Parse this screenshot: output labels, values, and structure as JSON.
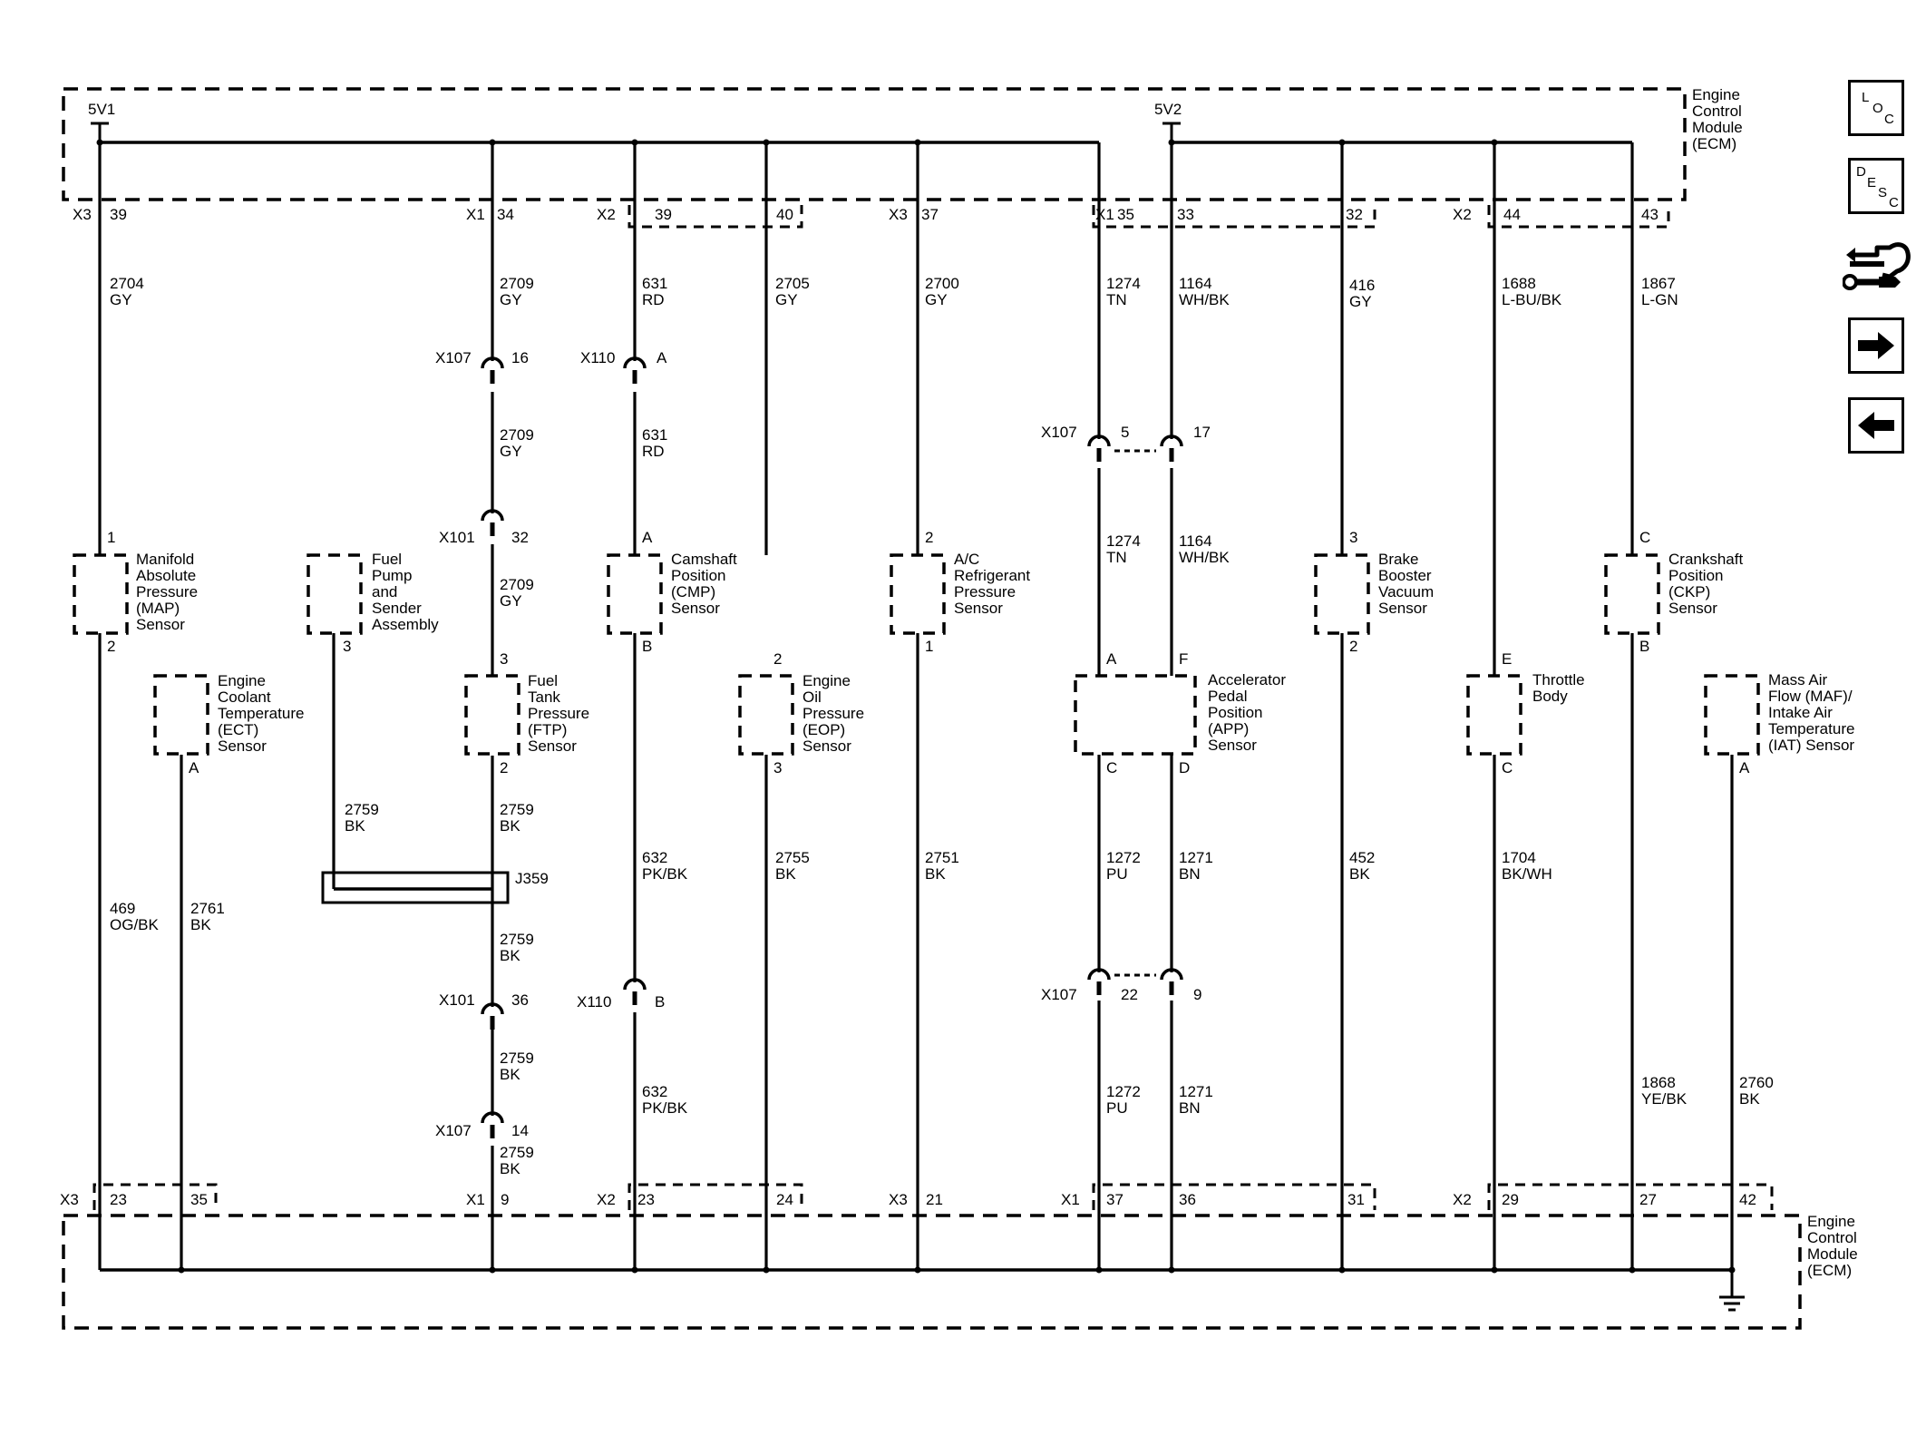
{
  "toolbar": {
    "loc": [
      "L",
      "O",
      "C"
    ],
    "desc": [
      "D",
      "E",
      "S",
      "C"
    ]
  },
  "module": {
    "label": [
      "Engine",
      "Control",
      "Module",
      "(ECM)"
    ]
  },
  "supplies": [
    "5V1",
    "5V2"
  ],
  "ground_connectors": {
    "top": [
      {
        "conn": "X3",
        "pin": "39"
      },
      {
        "conn": "X1",
        "pin": "34"
      },
      {
        "conn": "X2",
        "pin": "39"
      },
      {
        "conn": "",
        "pin": "40"
      },
      {
        "conn": "X3",
        "pin": "37"
      },
      {
        "conn": "X1",
        "pin": "35"
      },
      {
        "conn": "",
        "pin": "33"
      },
      {
        "conn": "",
        "pin": "32"
      },
      {
        "conn": "X2",
        "pin": "44"
      },
      {
        "conn": "",
        "pin": "43"
      }
    ],
    "bottom": [
      {
        "conn": "X3",
        "pin": "23"
      },
      {
        "conn": "",
        "pin": "35"
      },
      {
        "conn": "X1",
        "pin": "9"
      },
      {
        "conn": "X2",
        "pin": "23"
      },
      {
        "conn": "",
        "pin": "24"
      },
      {
        "conn": "X3",
        "pin": "21"
      },
      {
        "conn": "X1",
        "pin": "37"
      },
      {
        "conn": "",
        "pin": "36"
      },
      {
        "conn": "",
        "pin": "31"
      },
      {
        "conn": "X2",
        "pin": "29"
      },
      {
        "conn": "",
        "pin": "27"
      },
      {
        "conn": "",
        "pin": "42"
      }
    ]
  },
  "wires": [
    {
      "circuit": "2704",
      "color": "GY"
    },
    {
      "circuit": "2709",
      "color": "GY"
    },
    {
      "circuit": "631",
      "color": "RD"
    },
    {
      "circuit": "2705",
      "color": "GY"
    },
    {
      "circuit": "2700",
      "color": "GY"
    },
    {
      "circuit": "1274",
      "color": "TN"
    },
    {
      "circuit": "1164",
      "color": "WH/BK"
    },
    {
      "circuit": "416",
      "color": "GY"
    },
    {
      "circuit": "1688",
      "color": "L-BU/BK"
    },
    {
      "circuit": "1867",
      "color": "L-GN"
    },
    {
      "circuit": "2709",
      "color": "GY"
    },
    {
      "circuit": "631",
      "color": "RD"
    },
    {
      "circuit": "2709",
      "color": "GY"
    },
    {
      "circuit": "1274",
      "color": "TN"
    },
    {
      "circuit": "1164",
      "color": "WH/BK"
    },
    {
      "circuit": "2759",
      "color": "BK"
    },
    {
      "circuit": "2759",
      "color": "BK"
    },
    {
      "circuit": "632",
      "color": "PK/BK"
    },
    {
      "circuit": "2755",
      "color": "BK"
    },
    {
      "circuit": "2751",
      "color": "BK"
    },
    {
      "circuit": "1272",
      "color": "PU"
    },
    {
      "circuit": "1271",
      "color": "BN"
    },
    {
      "circuit": "452",
      "color": "BK"
    },
    {
      "circuit": "1704",
      "color": "BK/WH"
    },
    {
      "circuit": "469",
      "color": "OG/BK"
    },
    {
      "circuit": "2761",
      "color": "BK"
    },
    {
      "circuit": "2759",
      "color": "BK"
    },
    {
      "circuit": "2759",
      "color": "BK"
    },
    {
      "circuit": "2759",
      "color": "BK"
    },
    {
      "circuit": "632",
      "color": "PK/BK"
    },
    {
      "circuit": "1272",
      "color": "PU"
    },
    {
      "circuit": "1271",
      "color": "BN"
    },
    {
      "circuit": "1868",
      "color": "YE/BK"
    },
    {
      "circuit": "2760",
      "color": "BK"
    }
  ],
  "inline": [
    {
      "conn": "X107",
      "pin": "16"
    },
    {
      "conn": "X110",
      "pin": "A"
    },
    {
      "conn": "X107",
      "pin": "5"
    },
    {
      "conn": "",
      "pin": "17"
    },
    {
      "conn": "X101",
      "pin": "32"
    },
    {
      "conn": "X101",
      "pin": "36"
    },
    {
      "conn": "X110",
      "pin": "B"
    },
    {
      "conn": "X107",
      "pin": "22"
    },
    {
      "conn": "",
      "pin": "9"
    },
    {
      "conn": "X107",
      "pin": "14"
    }
  ],
  "splice": "J359",
  "components": [
    {
      "name": [
        "Manifold",
        "Absolute",
        "Pressure",
        "(MAP)",
        "Sensor"
      ],
      "pins": [
        "1",
        "2"
      ]
    },
    {
      "name": [
        "Fuel",
        "Pump",
        "and",
        "Sender",
        "Assembly"
      ],
      "pins": [
        "3"
      ]
    },
    {
      "name": [
        "Camshaft",
        "Position",
        "(CMP)",
        "Sensor"
      ],
      "pins": [
        "A",
        "B"
      ]
    },
    {
      "name": [
        "A/C",
        "Refrigerant",
        "Pressure",
        "Sensor"
      ],
      "pins": [
        "2",
        "1"
      ]
    },
    {
      "name": [
        "Brake",
        "Booster",
        "Vacuum",
        "Sensor"
      ],
      "pins": [
        "3",
        "2"
      ]
    },
    {
      "name": [
        "Crankshaft",
        "Position",
        "(CKP)",
        "Sensor"
      ],
      "pins": [
        "C",
        "B"
      ]
    },
    {
      "name": [
        "Engine",
        "Coolant",
        "Temperature",
        "(ECT)",
        "Sensor"
      ],
      "pins": [
        "A"
      ]
    },
    {
      "name": [
        "Fuel",
        "Tank",
        "Pressure",
        "(FTP)",
        "Sensor"
      ],
      "pins": [
        "3",
        "2"
      ]
    },
    {
      "name": [
        "Engine",
        "Oil",
        "Pressure",
        "(EOP)",
        "Sensor"
      ],
      "pins": [
        "2",
        "3"
      ]
    },
    {
      "name": [
        "Accelerator",
        "Pedal",
        "Position",
        "(APP)",
        "Sensor"
      ],
      "pins": [
        "A",
        "F",
        "C",
        "D"
      ]
    },
    {
      "name": [
        "Throttle",
        "Body"
      ],
      "pins": [
        "E",
        "C"
      ]
    },
    {
      "name": [
        "Mass Air",
        "Flow (MAF)/",
        "Intake Air",
        "Temperature",
        "(IAT) Sensor"
      ],
      "pins": [
        "A"
      ]
    }
  ]
}
